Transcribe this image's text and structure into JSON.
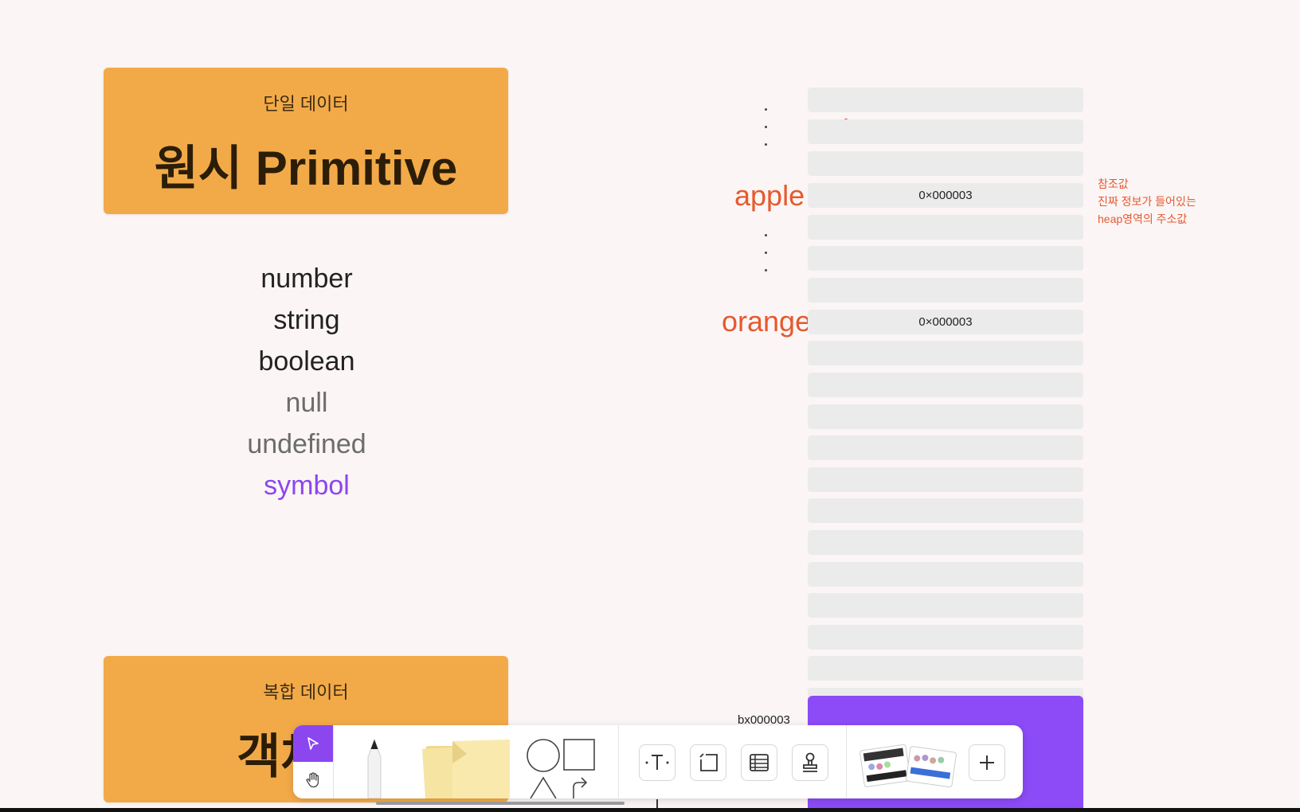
{
  "primitive_card": {
    "subtitle": "단일 데이터",
    "title": "원시 Primitive"
  },
  "object_card": {
    "subtitle": "복합 데이터",
    "title": "객체 O"
  },
  "types": [
    "number",
    "string",
    "boolean",
    "null",
    "undefined",
    "symbol"
  ],
  "memory": {
    "var1_label": "apple",
    "var1_value": "0×000003",
    "var2_label": "orange",
    "var2_value": "0×000003",
    "heap_address": "bx000003"
  },
  "annotation": {
    "line1": "참조값",
    "line2": "진짜 정보가 들어있는",
    "line3": "heap영역의 주소값"
  },
  "toolbar": {
    "tools": [
      "pointer-icon",
      "hand-icon",
      "pen-icon",
      "sticky-notes-icon",
      "shapes-icon",
      "text-icon",
      "section-icon",
      "table-icon",
      "stamp-icon",
      "templates-icon",
      "plus-icon"
    ]
  },
  "colors": {
    "card": "#f2aa48",
    "accent_red": "#e45a2e",
    "accent_purple": "#8b46ef",
    "slot": "#ebebeb"
  }
}
